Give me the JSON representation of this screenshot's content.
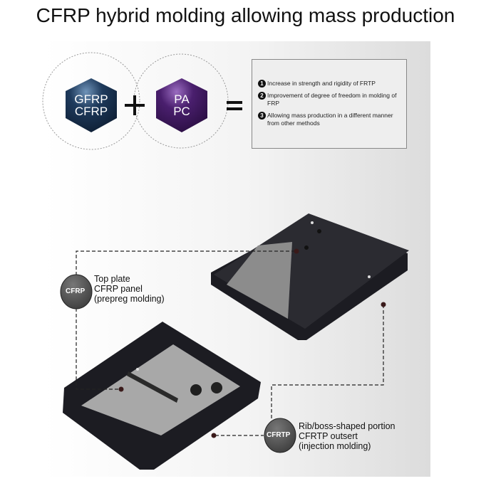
{
  "title": "CFRP hybrid molding allowing mass production",
  "materials": {
    "left": [
      "GFRP",
      "CFRP"
    ],
    "right": [
      "PA",
      "PC"
    ],
    "plus": "+",
    "equals": "="
  },
  "benefits": [
    {
      "num": "1",
      "text": "Increase in strength and rigidity of FRTP"
    },
    {
      "num": "2",
      "text": "Improvement of degree of freedom in molding of FRP"
    },
    {
      "num": "3",
      "text": "Allowing mass production in a different manner from other methods"
    }
  ],
  "callouts": {
    "cfrp": {
      "badge": "CFRP",
      "lines": [
        "Top plate",
        "CFRP panel",
        "(prepreg molding)"
      ]
    },
    "cfrtp": {
      "badge": "CFRTP",
      "lines": [
        "Rib/boss-shaped portion",
        "CFRTP outsert",
        "(injection molding)"
      ]
    }
  },
  "colors": {
    "gfrp_hex": "#1e3a5c",
    "pa_hex": "#4a1f6e",
    "part": "#1c1c22",
    "plate": "#8a8a8a",
    "badge": "#5a5a5a"
  }
}
